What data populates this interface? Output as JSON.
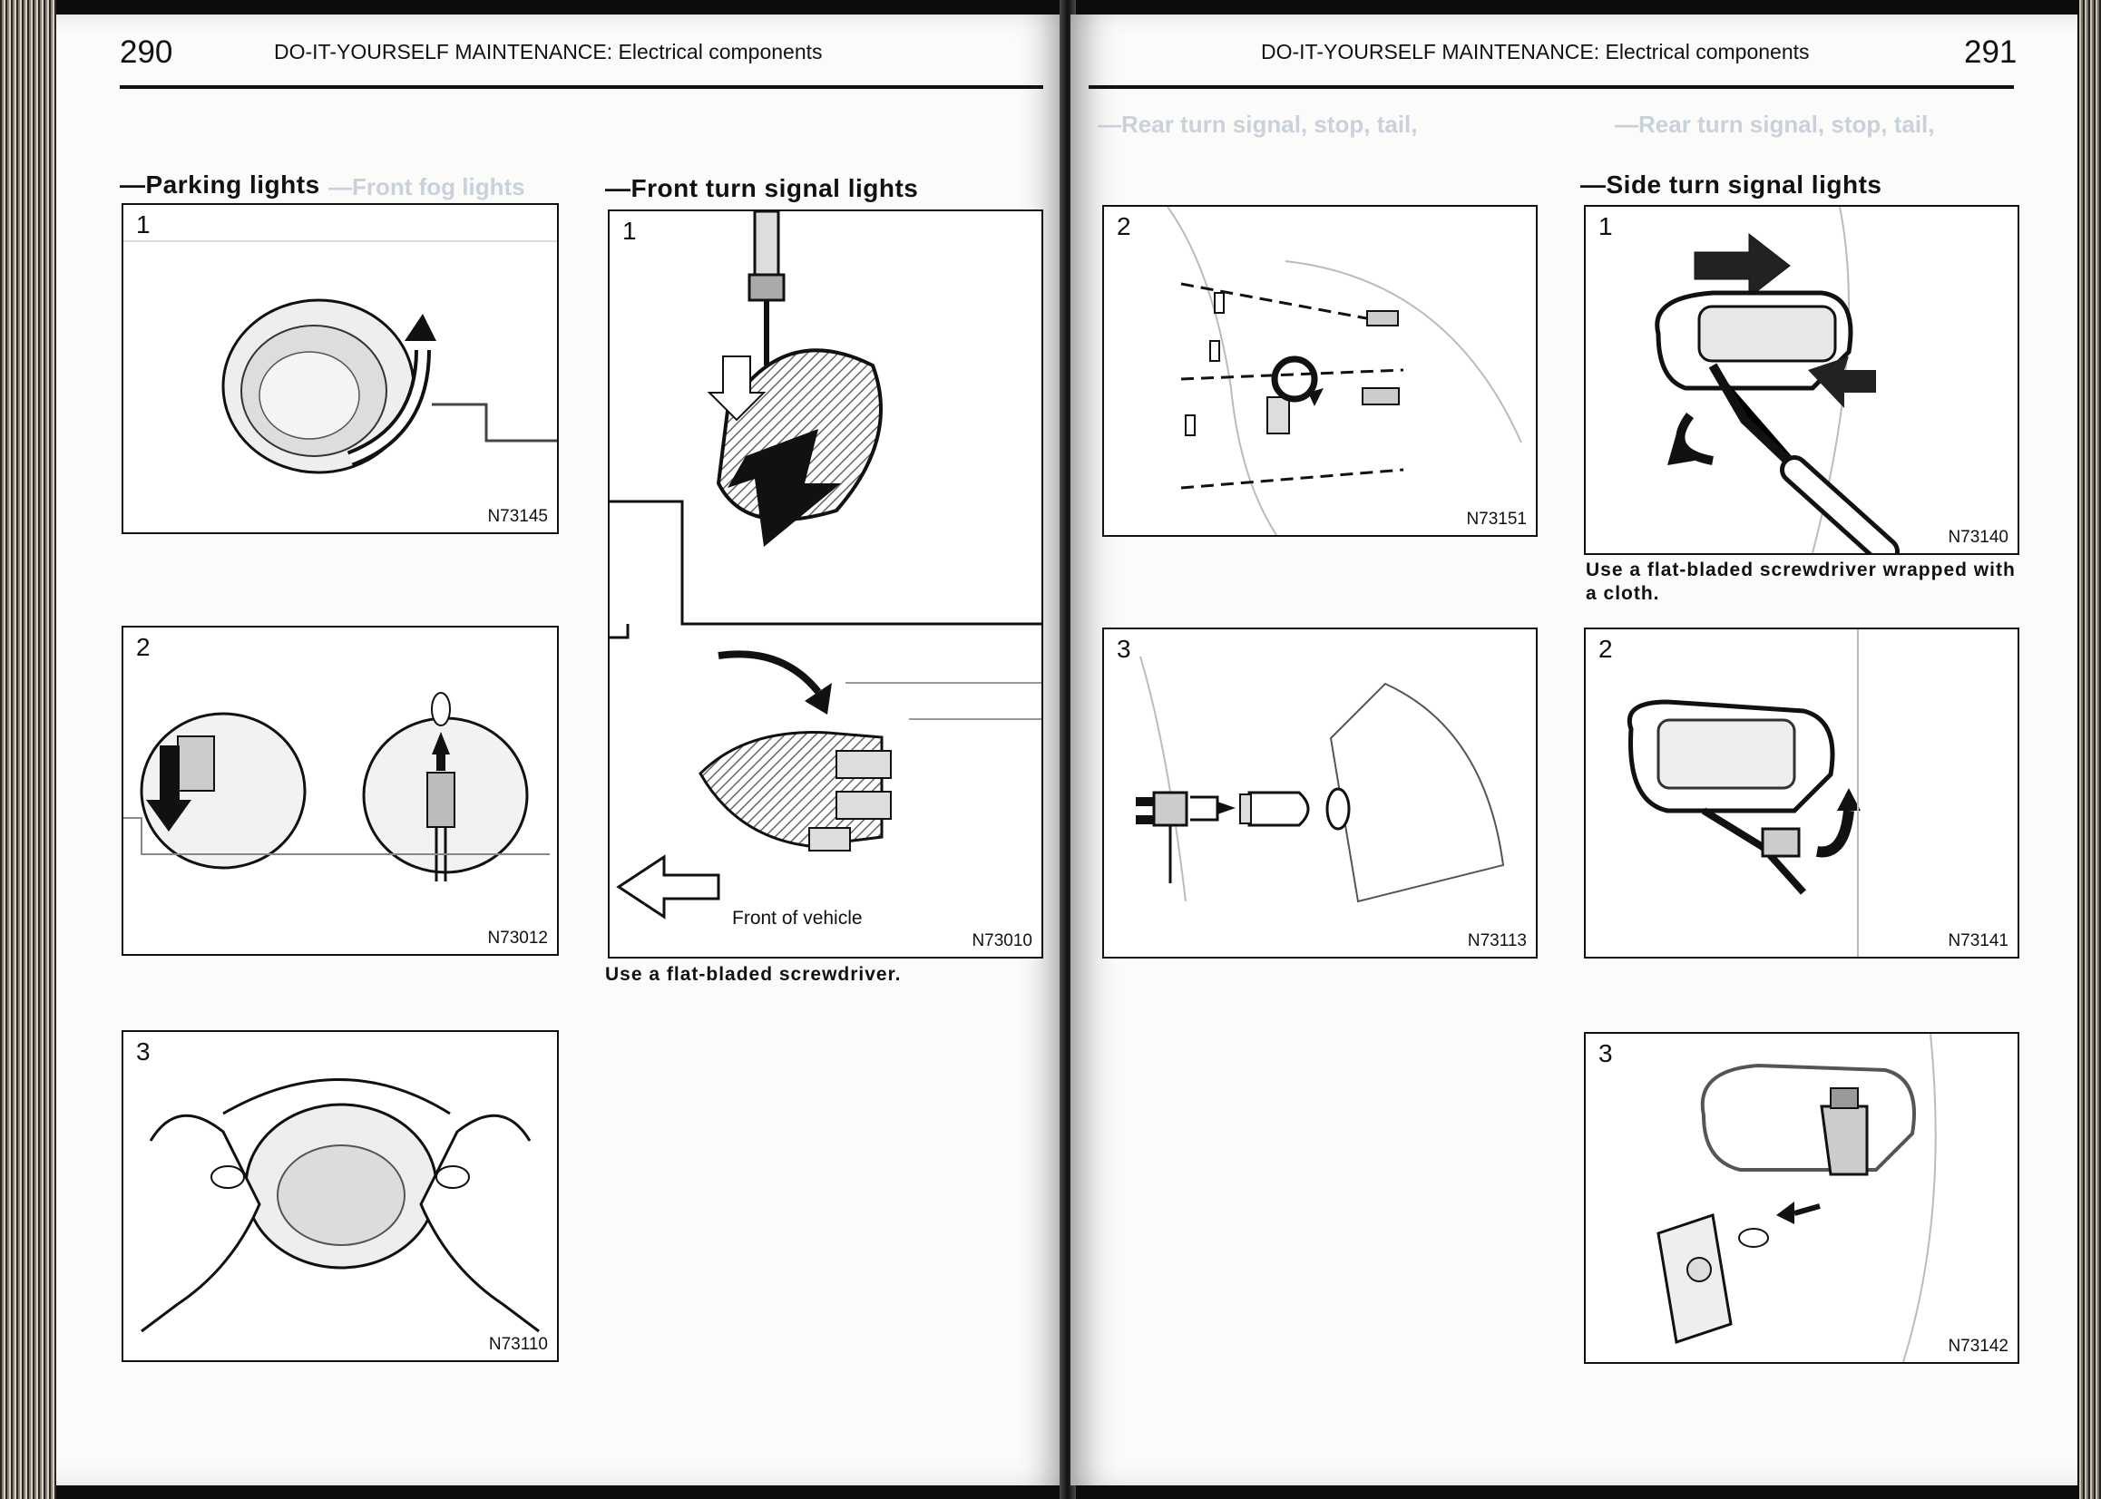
{
  "left_page": {
    "page_number": "290",
    "header": "DO-IT-YOURSELF MAINTENANCE: Electrical components",
    "sections": {
      "parking": "—Parking lights",
      "front_turn": "—Front turn signal lights"
    },
    "figures": [
      {
        "step": "1",
        "code": "N73145"
      },
      {
        "step": "2",
        "code": "N73012"
      },
      {
        "step": "3",
        "code": "N73110"
      },
      {
        "step": "1",
        "code": "N73010",
        "label": "Front of vehicle"
      }
    ],
    "captions": {
      "front_turn": "Use a flat-bladed screwdriver."
    }
  },
  "right_page": {
    "page_number": "291",
    "header": "DO-IT-YOURSELF MAINTENANCE: Electrical components",
    "sections": {
      "side_turn": "—Side turn signal lights"
    },
    "figures": [
      {
        "step": "2",
        "code": "N73151"
      },
      {
        "step": "3",
        "code": "N73113"
      },
      {
        "step": "1",
        "code": "N73140"
      },
      {
        "step": "2",
        "code": "N73141"
      },
      {
        "step": "3",
        "code": "N73142"
      }
    ],
    "captions": {
      "side_turn": "Use a flat-bladed screwdriver wrapped with a cloth."
    }
  }
}
